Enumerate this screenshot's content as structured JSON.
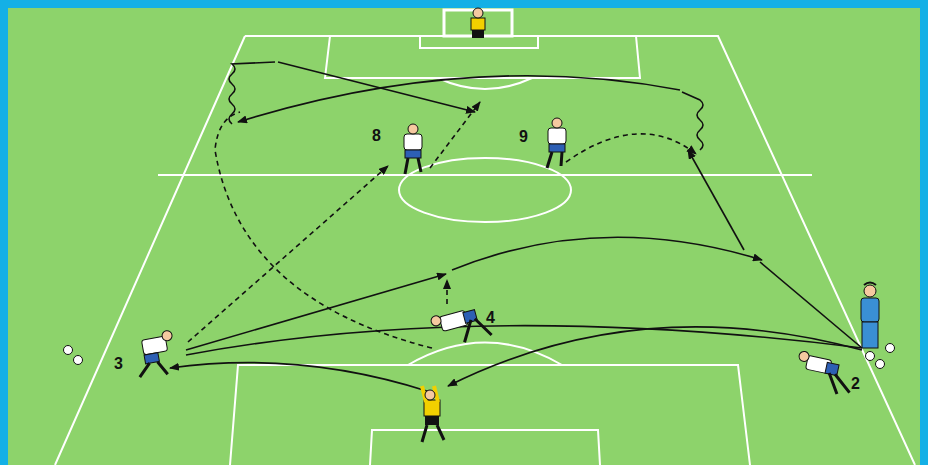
{
  "diagram": {
    "labels": [
      "8",
      "9",
      "4",
      "3",
      "2"
    ]
  }
}
